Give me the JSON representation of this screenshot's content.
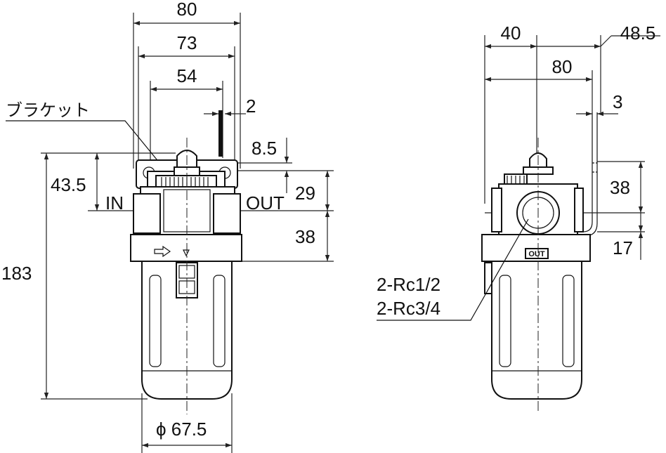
{
  "labels": {
    "bracket": "ブラケット",
    "in": "IN",
    "out": "OUT",
    "out_plate": "OUT",
    "port_1": "2-Rc1/2",
    "port_2": "2-Rc3/4"
  },
  "front_view_dims": {
    "width_80": "80",
    "width_73": "73",
    "width_54": "54",
    "thick_2": "2",
    "h_8_5": "8.5",
    "h_43_5": "43.5",
    "h_29": "29",
    "h_38": "38",
    "h_183": "183",
    "dia_67_5": "ϕ 67.5"
  },
  "side_view_dims": {
    "w_40": "40",
    "w_48_5": "48.5",
    "w_80": "80",
    "w_3": "3",
    "h_38": "38",
    "h_17": "17"
  }
}
